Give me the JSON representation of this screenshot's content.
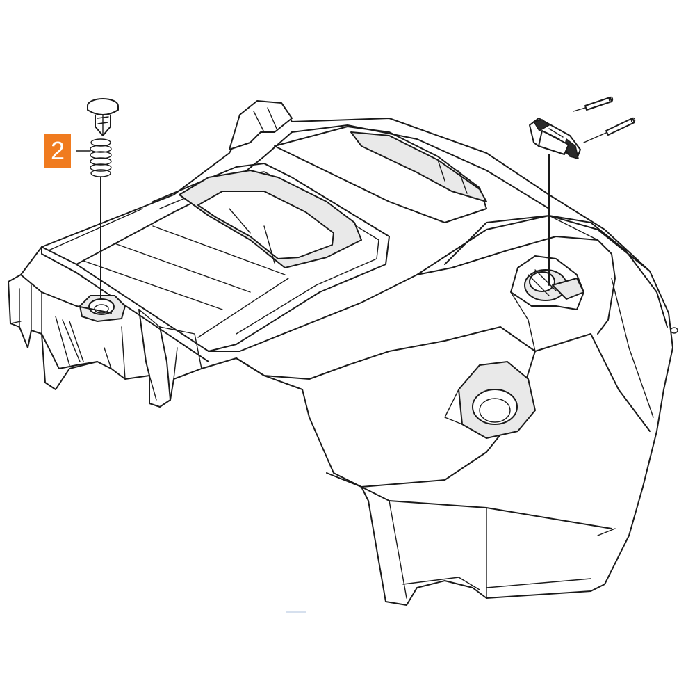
{
  "callouts": [
    {
      "id": "2",
      "label": "2",
      "color": "#f07b1f"
    }
  ],
  "parts": [
    {
      "name": "top-cover-housing"
    },
    {
      "name": "cover-knob-screw"
    },
    {
      "name": "compression-spring"
    },
    {
      "name": "handle-bracket-clip"
    },
    {
      "name": "roll-pin-upper"
    },
    {
      "name": "roll-pin-lower"
    }
  ]
}
